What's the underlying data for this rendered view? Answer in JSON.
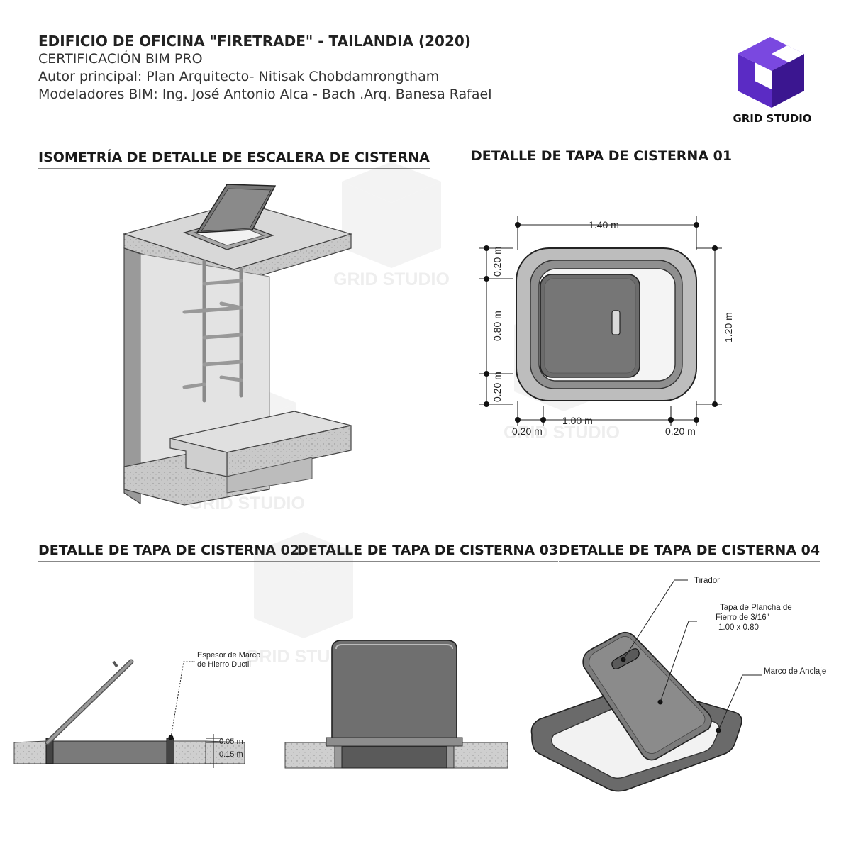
{
  "header": {
    "title": "EDIFICIO DE OFICINA \"FIRETRADE\" - TAILANDIA (2020)",
    "line1": "CERTIFICACIÓN BIM PRO",
    "line2": "Autor principal: Plan Arquitecto- Nitisak Chobdamrongtham",
    "line3": "Modeladores BIM: Ing. José Antonio Alca - Bach .Arq. Banesa Rafael"
  },
  "brand": {
    "name": "GRID STUDIO",
    "accent": "#5b2bc4",
    "accent_dark": "#3b1690",
    "accent_light": "#7a48e0"
  },
  "watermark": {
    "text": "GRID STUDIO"
  },
  "sections": {
    "isometry": "ISOMETRÍA DE DETALLE DE ESCALERA DE CISTERNA",
    "tapa01": "DETALLE DE TAPA DE CISTERNA 01",
    "tapa02": "DETALLE DE TAPA DE CISTERNA 02",
    "tapa03": "DETALLE DE TAPA DE CISTERNA 03",
    "tapa04": "DETALLE DE TAPA DE CISTERNA 04"
  },
  "dims01": {
    "top": "1.40 m",
    "right": "1.20 m",
    "left_top": "0.20 m",
    "left_mid": "0.80 m",
    "left_bot": "0.20 m",
    "bottom_mid": "1.00 m",
    "bottom_left": "0.20 m",
    "bottom_right": "0.20 m"
  },
  "labels02": {
    "marco": "Espesor de Marco",
    "marco2": "de Hierro Ductil",
    "d1": "0.05 m",
    "d2": "0.15 m"
  },
  "labels04": {
    "tirador": "Tirador",
    "tapa1": "Tapa de Plancha de",
    "tapa2": "Fierro de 3/16\"",
    "tapa3": "1.00 x 0.80",
    "marco": "Marco de Anclaje"
  }
}
